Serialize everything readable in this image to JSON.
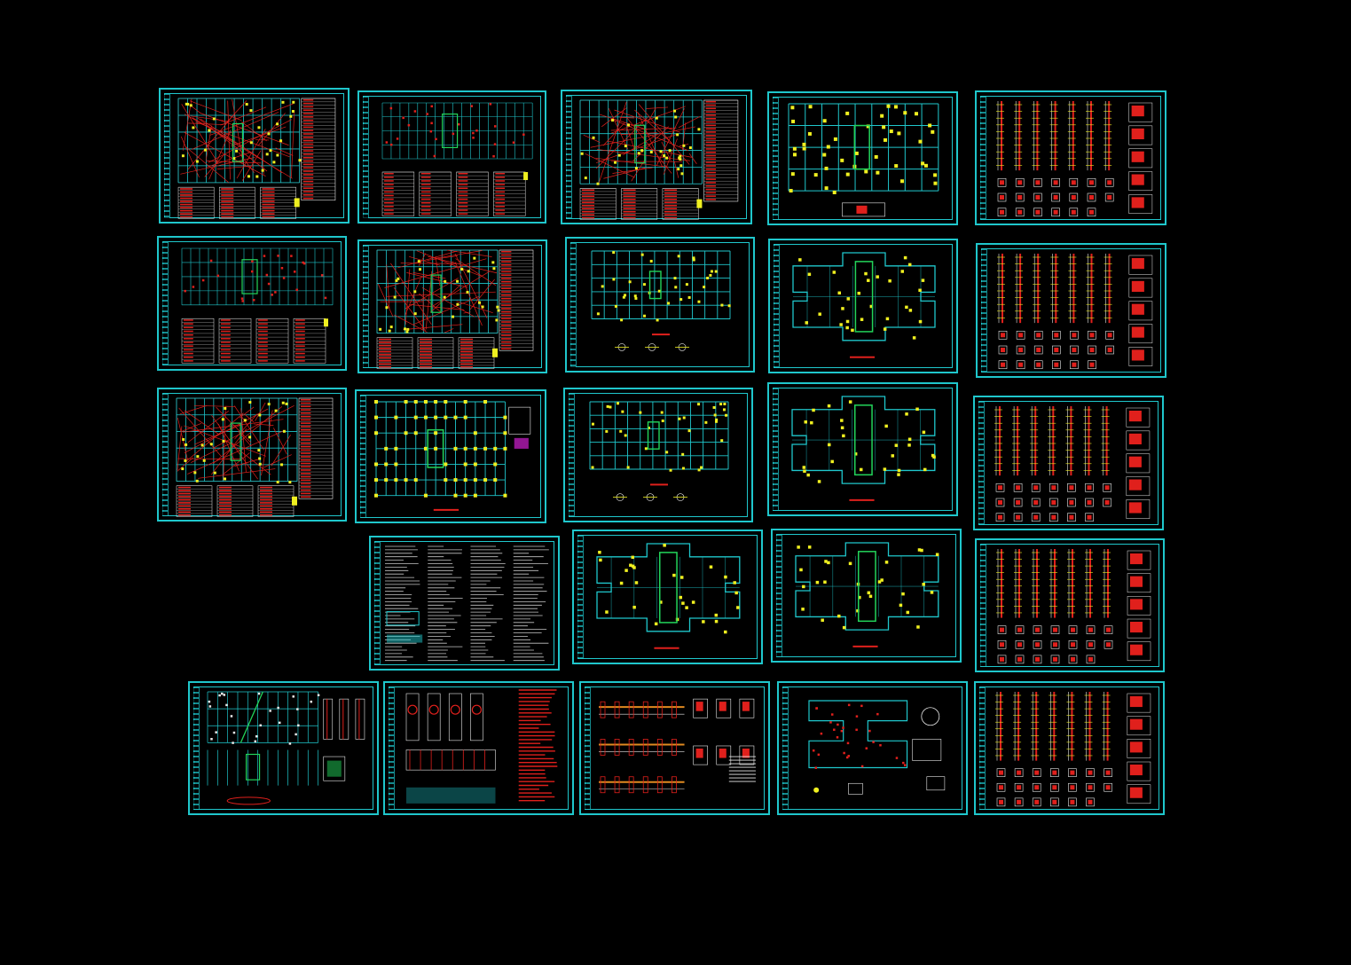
{
  "canvas": {
    "background": "#000000",
    "frame_color": "#1fc7cc"
  },
  "palette": {
    "cyan": "#1fc7cc",
    "green": "#22d45a",
    "red": "#e0201c",
    "yellow": "#f0f020",
    "white": "#e8e8e8",
    "orange": "#e08a20",
    "magenta": "#d020d0"
  },
  "sheets": [
    {
      "id": "s01",
      "kind": "plan-red-tables"
    },
    {
      "id": "s02",
      "kind": "plan-sparse-tables"
    },
    {
      "id": "s03",
      "kind": "plan-red-tables"
    },
    {
      "id": "s04",
      "kind": "plan-yellow-green"
    },
    {
      "id": "s05",
      "kind": "columns-red"
    },
    {
      "id": "s06",
      "kind": "plan-sparse-tables"
    },
    {
      "id": "s07",
      "kind": "plan-red-tables"
    },
    {
      "id": "s08",
      "kind": "plan-outline-details"
    },
    {
      "id": "s09",
      "kind": "plan-cross-outline"
    },
    {
      "id": "s10",
      "kind": "columns-red"
    },
    {
      "id": "s11",
      "kind": "plan-red-tables"
    },
    {
      "id": "s12",
      "kind": "plan-yellow-grid"
    },
    {
      "id": "s13",
      "kind": "plan-outline-details"
    },
    {
      "id": "s14",
      "kind": "plan-cross-outline"
    },
    {
      "id": "s15",
      "kind": "columns-red"
    },
    {
      "id": "s16",
      "kind": "notes-text"
    },
    {
      "id": "s17",
      "kind": "plan-cross-outline"
    },
    {
      "id": "s18",
      "kind": "plan-cross-outline"
    },
    {
      "id": "s19",
      "kind": "columns-red"
    },
    {
      "id": "s20",
      "kind": "stair-details"
    },
    {
      "id": "s21",
      "kind": "section-details-red-notes"
    },
    {
      "id": "s22",
      "kind": "beam-details"
    },
    {
      "id": "s23",
      "kind": "foundation-sparse"
    },
    {
      "id": "s24",
      "kind": "columns-red"
    }
  ]
}
